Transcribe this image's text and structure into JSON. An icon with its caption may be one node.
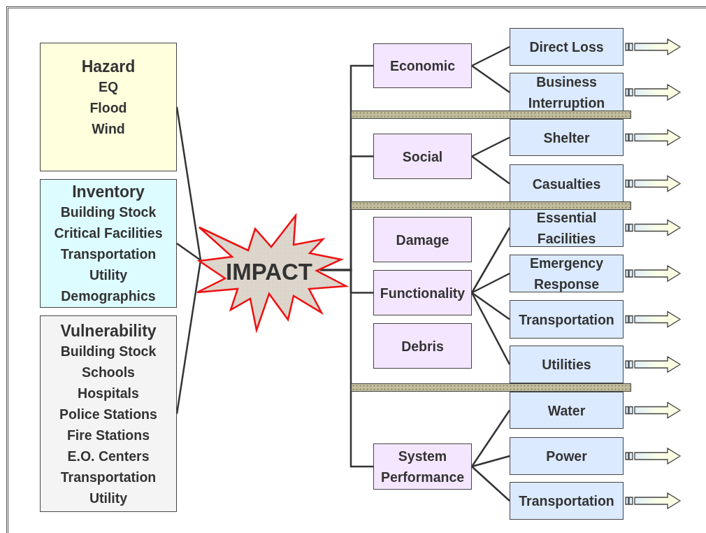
{
  "diagram": {
    "nodes": [
      {
        "text": [
          "Hazard",
          "EQ",
          "Flood",
          "Wind"
        ]
      },
      {
        "text": [
          "Inventory",
          "Building Stock",
          "Critical Facilities",
          "Transportation",
          "Utility",
          "Demographics"
        ]
      },
      {
        "text": [
          "Vulnerability",
          "Building Stock",
          "Schools",
          "Hospitals",
          "Police Stations",
          "Fire Stations",
          "E.O. Centers",
          "Transportation",
          "Utility"
        ]
      },
      {
        "text": [
          "IMPACT"
        ]
      },
      {
        "text": [
          "Economic"
        ]
      },
      {
        "text": [
          "Social"
        ]
      },
      {
        "text": [
          "Damage"
        ]
      },
      {
        "text": [
          "Functionality"
        ]
      },
      {
        "text": [
          "Debris"
        ]
      },
      {
        "text": [
          "System Performance"
        ]
      },
      {
        "text": [
          "Direct Loss"
        ]
      },
      {
        "text": [
          "Business Interruption"
        ]
      },
      {
        "text": [
          "Shelter"
        ]
      },
      {
        "text": [
          "Casualties"
        ]
      },
      {
        "text": [
          "Essential Facilities"
        ]
      },
      {
        "text": [
          "Emergency Response"
        ]
      },
      {
        "text": [
          "Transportation"
        ]
      },
      {
        "text": [
          "Utilities"
        ]
      },
      {
        "text": [
          "Water"
        ]
      },
      {
        "text": [
          "Power"
        ]
      },
      {
        "text": [
          "Transportation"
        ]
      }
    ],
    "edges": [
      {
        "from": 0,
        "to": 3,
        "arrow": "none"
      },
      {
        "from": 1,
        "to": 3,
        "arrow": "none"
      },
      {
        "from": 2,
        "to": 3,
        "arrow": "none"
      },
      {
        "from": 3,
        "to": 4,
        "arrow": "none"
      },
      {
        "from": 3,
        "to": 5,
        "arrow": "none"
      },
      {
        "from": 3,
        "to": 7,
        "arrow": "none"
      },
      {
        "from": 3,
        "to": 9,
        "arrow": "none"
      },
      {
        "from": 4,
        "to": 10,
        "arrow": "none"
      },
      {
        "from": 4,
        "to": 11,
        "arrow": "none"
      },
      {
        "from": 5,
        "to": 12,
        "arrow": "none"
      },
      {
        "from": 5,
        "to": 13,
        "arrow": "none"
      },
      {
        "from": 7,
        "to": 14,
        "arrow": "none"
      },
      {
        "from": 7,
        "to": 15,
        "arrow": "none"
      },
      {
        "from": 7,
        "to": 16,
        "arrow": "none"
      },
      {
        "from": 7,
        "to": 17,
        "arrow": "none"
      },
      {
        "from": 9,
        "to": 18,
        "arrow": "none"
      },
      {
        "from": 9,
        "to": 19,
        "arrow": "none"
      },
      {
        "from": 9,
        "to": 20,
        "arrow": "none"
      },
      {
        "from": 10,
        "to": null,
        "arrow": "to"
      },
      {
        "from": 11,
        "to": null,
        "arrow": "to"
      },
      {
        "from": 12,
        "to": null,
        "arrow": "to"
      },
      {
        "from": 13,
        "to": null,
        "arrow": "to"
      },
      {
        "from": 14,
        "to": null,
        "arrow": "to"
      },
      {
        "from": 15,
        "to": null,
        "arrow": "to"
      },
      {
        "from": 16,
        "to": null,
        "arrow": "to"
      },
      {
        "from": 17,
        "to": null,
        "arrow": "to"
      },
      {
        "from": 18,
        "to": null,
        "arrow": "to"
      },
      {
        "from": 19,
        "to": null,
        "arrow": "to"
      },
      {
        "from": 20,
        "to": null,
        "arrow": "to"
      }
    ]
  }
}
